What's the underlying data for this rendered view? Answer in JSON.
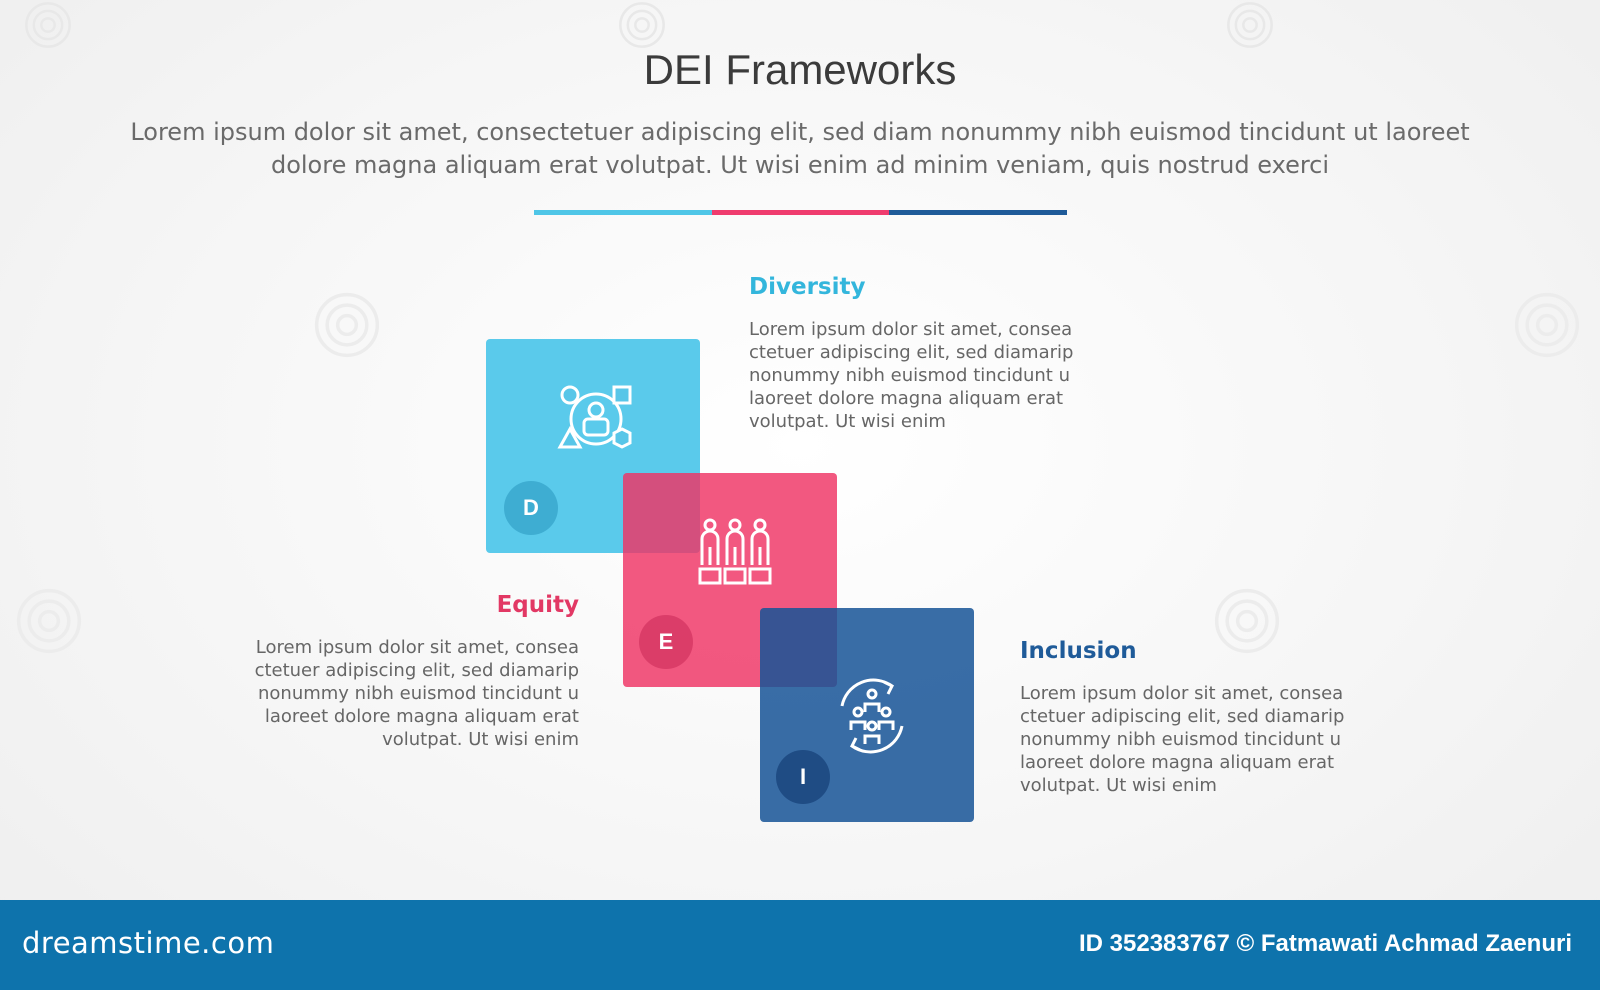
{
  "title": "DEI Frameworks",
  "subtitle": "Lorem ipsum dolor sit amet, consectetuer adipiscing elit, sed diam nonummy nibh euismod tincidunt ut laoreet dolore magna aliquam erat volutpat. Ut wisi enim ad minim veniam, quis nostrud exerci",
  "colors": {
    "diversity": "#4fc6e7",
    "equity": "#ef3c6e",
    "inclusion": "#1f5b99",
    "footer": "#0e73ac"
  },
  "items": [
    {
      "heading": "Diversity",
      "letter": "D",
      "icon": "diversity-people-shapes-icon",
      "body": "Lorem ipsum dolor sit amet, consea ctetuer adipiscing elit, sed diamarip nonummy nibh euismod tincidunt u laoreet dolore magna aliquam erat volutpat. Ut wisi enim"
    },
    {
      "heading": "Equity",
      "letter": "E",
      "icon": "three-people-on-blocks-icon",
      "body": "Lorem ipsum dolor sit amet, consea ctetuer adipiscing elit, sed diamarip nonummy nibh euismod tincidunt u laoreet dolore magna aliquam erat volutpat. Ut wisi enim"
    },
    {
      "heading": "Inclusion",
      "letter": "I",
      "icon": "group-inclusion-cycle-icon",
      "body": "Lorem ipsum dolor sit amet, consea ctetuer adipiscing elit, sed diamarip nonummy nibh euismod tincidunt u laoreet dolore magna aliquam erat volutpat. Ut wisi enim"
    }
  ],
  "footer": {
    "brand": "dreamstime.com",
    "credit": "ID 352383767 © Fatmawati  Achmad Zaenuri"
  }
}
